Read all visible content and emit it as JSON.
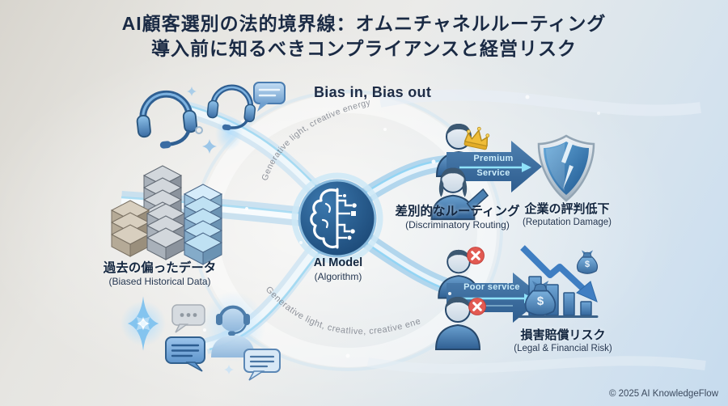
{
  "header": {
    "title_line1": "AI顧客選別の法的境界線：オムニチャネルルーティング",
    "title_line2": "導入前に知るべきコンプライアンスと経営リスク"
  },
  "diagram": {
    "bias_heading": "Bias in, Bias out",
    "watermarks": {
      "top": "Generative light, creative energy",
      "bottom": "Generative light, creatlive, creative energy"
    },
    "input_data": {
      "jp": "過去の偏ったデータ",
      "en": "(Biased Historical Data)"
    },
    "ai_model": {
      "title": "AI Model",
      "subtitle": "(Algorithm)"
    },
    "routing": {
      "jp": "差別的なルーティング",
      "en": "(Discriminatory Routing)"
    },
    "premium_arrow": {
      "line1": "Premium",
      "line2": "Service"
    },
    "poor_arrow": {
      "label": "Poor service"
    },
    "reputation": {
      "jp": "企業の評判低下",
      "en": "(Reputation Damage)"
    },
    "legal": {
      "jp": "損害賠償リスク",
      "en": "(Legal & Financial Risk)"
    },
    "money_symbol": "$"
  },
  "icons": {
    "headset-icon": "support headset with mic",
    "chat-bubble-icon": "speech bubble",
    "server-stack-icon": "isometric data server stacks",
    "brain-circuit-icon": "AI brain with circuit traces in circle",
    "person-avatar-icon": "customer bust",
    "crown-icon": "gold crown (premium customer)",
    "x-badge-icon": "red cross badge (rejected customer)",
    "cracked-shield-icon": "broken shield (reputation damage)",
    "declining-chart-icon": "falling bar chart with down arrow",
    "money-bag-icon": "money bag with dollar sign",
    "sparkle-icon": "four point sparkle"
  },
  "colors": {
    "dark_navy": "#1a2a44",
    "steel_arrow_blue": "#3c6da2",
    "ribbon_blue": "#9fd0ee",
    "alert_red": "#e25a52",
    "crown_gold": "#f0bd38",
    "shield_blue": "#2a69a4"
  },
  "footer": {
    "copyright": "© 2025 AI KnowledgeFlow"
  }
}
